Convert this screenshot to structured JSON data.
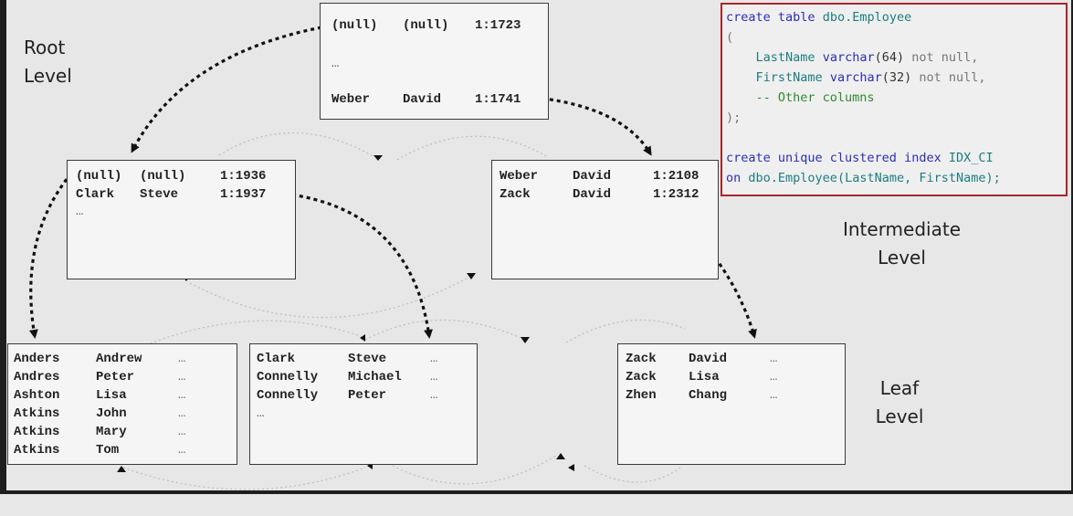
{
  "levels": {
    "root": [
      "Root",
      "Level"
    ],
    "intermediate": [
      "Intermediate",
      "Level"
    ],
    "leaf": [
      "Leaf",
      "Level"
    ]
  },
  "pages": {
    "root": {
      "rows": [
        [
          "(null)",
          "(null)",
          "1:1723"
        ],
        [
          "…",
          "",
          ""
        ],
        [
          "Weber",
          "David",
          "1:1741"
        ]
      ]
    },
    "intermediate_left": {
      "rows": [
        [
          "(null)",
          "(null)",
          "1:1936"
        ],
        [
          "Clark",
          "Steve",
          "1:1937"
        ],
        [
          "…",
          "",
          ""
        ]
      ]
    },
    "intermediate_right": {
      "rows": [
        [
          "Weber",
          "David",
          "1:2108"
        ],
        [
          "Zack",
          "David",
          "1:2312"
        ]
      ]
    },
    "leaf1": {
      "rows": [
        [
          "Anders",
          "Andrew",
          "…"
        ],
        [
          "Andres",
          "Peter",
          "…"
        ],
        [
          "Ashton",
          "Lisa",
          "…"
        ],
        [
          "Atkins",
          "John",
          "…"
        ],
        [
          "Atkins",
          "Mary",
          "…"
        ],
        [
          "Atkins",
          "Tom",
          "…"
        ]
      ]
    },
    "leaf2": {
      "rows": [
        [
          "Clark",
          "Steve",
          "…"
        ],
        [
          "Connelly",
          "Michael",
          "…"
        ],
        [
          "Connelly",
          "Peter",
          "…"
        ],
        [
          "…",
          "",
          ""
        ]
      ]
    },
    "leaf3": {
      "rows": [
        [
          "Zack",
          "David",
          "…"
        ],
        [
          "Zack",
          "Lisa",
          "…"
        ],
        [
          "Zhen",
          "Chang",
          "…"
        ]
      ]
    }
  },
  "code": {
    "l1_kw": "create table",
    "l1_id": "dbo.Employee",
    "l2": "(",
    "l3_col": "LastName",
    "l3_type": "varchar",
    "l3_arg": "(64)",
    "l3_rest": "not null,",
    "l4_col": "FirstName",
    "l4_type": "varchar",
    "l4_arg": "(32)",
    "l4_rest": "not null,",
    "l5": "-- Other columns",
    "l6": ");",
    "l8_kw": "create unique clustered index",
    "l8_id": "IDX_CI",
    "l9_kw": "on",
    "l9_id": "dbo.Employee(LastName, FirstName);"
  },
  "colors": {
    "code_border": "#a8262b",
    "keyword": "#2b2fb3",
    "identifier": "#1d7d80",
    "comment": "#2f8a2f"
  }
}
